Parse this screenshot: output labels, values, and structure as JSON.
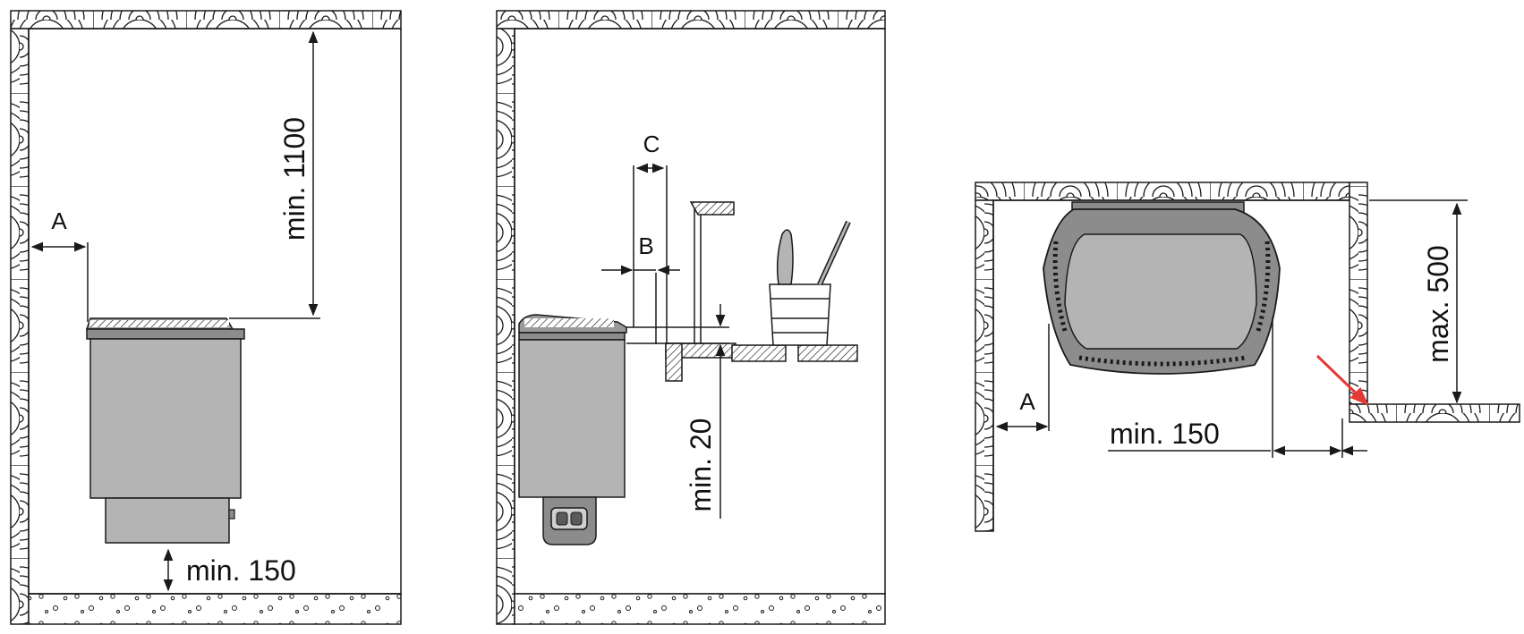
{
  "colors": {
    "line": "#1a1a1a",
    "heater": "#b4b4b4",
    "heater_dark": "#8c8c8c",
    "arrow": "#e53935",
    "background": "#ffffff"
  },
  "panel_left": {
    "label_a": "A",
    "label_ceiling": "min. 1100",
    "label_floor": "min. 150"
  },
  "panel_middle": {
    "label_c": "C",
    "label_b": "B",
    "label_shelf": "min. 20"
  },
  "panel_right": {
    "label_a": "A",
    "label_side": "min. 150",
    "label_max": "max. 500"
  }
}
